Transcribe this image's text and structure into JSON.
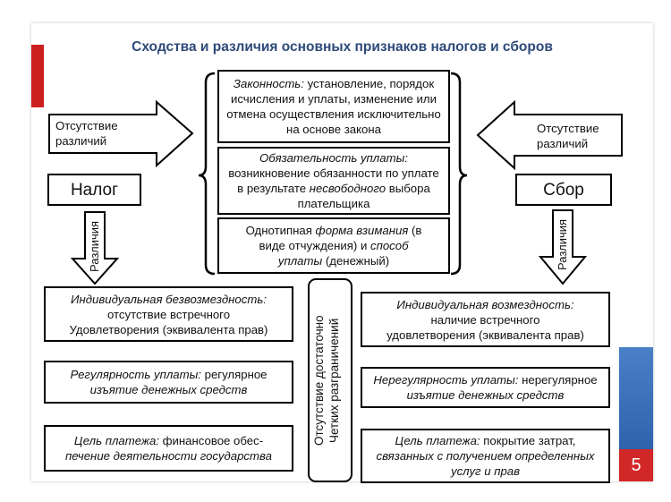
{
  "title": "Сходства и различия основных признаков налогов и сборов",
  "page_number": "5",
  "left_label": "Налог",
  "right_label": "Сбор",
  "left_no_diff": [
    "Отсутствие",
    "различий"
  ],
  "right_no_diff": [
    "Отсутствие",
    "различий"
  ],
  "differences_label": "Различия",
  "center_vertical": [
    "Отсутствие достаточно",
    "Четких разграничений"
  ],
  "similarities": [
    {
      "lines": [
        [
          {
            "t": "Законность:",
            "i": true
          },
          {
            "t": " установление, порядок",
            "i": false
          }
        ],
        [
          {
            "t": "исчисления и уплаты, изменение или",
            "i": false
          }
        ],
        [
          {
            "t": "отмена осуществления исключительно",
            "i": false
          }
        ],
        [
          {
            "t": "на основе закона",
            "i": false
          }
        ]
      ]
    },
    {
      "lines": [
        [
          {
            "t": "Обязательность уплаты:",
            "i": true
          }
        ],
        [
          {
            "t": "возникновение обязанности по уплате",
            "i": false
          }
        ],
        [
          {
            "t": "в результате ",
            "i": false
          },
          {
            "t": "несвободного",
            "i": true
          },
          {
            "t": " выбора",
            "i": false
          }
        ],
        [
          {
            "t": "плательщика",
            "i": false
          }
        ]
      ]
    },
    {
      "lines": [
        [
          {
            "t": "Однотипная ",
            "i": false
          },
          {
            "t": "форма взимания",
            "i": true
          },
          {
            "t": " (в",
            "i": false
          }
        ],
        [
          {
            "t": "виде отчуждения) и ",
            "i": false
          },
          {
            "t": "способ",
            "i": true
          }
        ],
        [
          {
            "t": "уплаты",
            "i": true
          },
          {
            "t": " (денежный)",
            "i": false
          }
        ]
      ]
    }
  ],
  "tax_features": [
    {
      "lines": [
        [
          {
            "t": "Индивидуальная безвозмездность:",
            "i": true
          }
        ],
        [
          {
            "t": "отсутствие встречного",
            "i": false
          }
        ],
        [
          {
            "t": "Удовлетворения (эквивалента прав)",
            "i": false
          }
        ]
      ]
    },
    {
      "lines": [
        [
          {
            "t": "Регулярность уплаты:",
            "i": true
          },
          {
            "t": " регулярное",
            "i": false
          }
        ],
        [
          {
            "t": "изъятие денежных средств",
            "i": true
          }
        ]
      ]
    },
    {
      "lines": [
        [
          {
            "t": "Цель платежа:",
            "i": true
          },
          {
            "t": " финансовое обес-",
            "i": false
          }
        ],
        [
          {
            "t": "печение деятельности государства",
            "i": true
          }
        ]
      ]
    }
  ],
  "fee_features": [
    {
      "lines": [
        [
          {
            "t": "Индивидуальная возмездность:",
            "i": true
          }
        ],
        [
          {
            "t": "наличие встречного",
            "i": false
          }
        ],
        [
          {
            "t": "удовлетворения (эквивалента прав)",
            "i": false
          }
        ]
      ]
    },
    {
      "lines": [
        [
          {
            "t": "Нерегулярность уплаты:",
            "i": true
          },
          {
            "t": " нерегулярное",
            "i": false
          }
        ],
        [
          {
            "t": "изъятие денежных средств",
            "i": true
          }
        ]
      ]
    },
    {
      "lines": [
        [
          {
            "t": "Цель платежа:",
            "i": true
          },
          {
            "t": " покрытие затрат,",
            "i": false
          }
        ],
        [
          {
            "t": "связанных с получением определенных",
            "i": true
          }
        ],
        [
          {
            "t": "услуг и прав",
            "i": true
          }
        ]
      ]
    }
  ],
  "colors": {
    "title": "#2e4a7a",
    "accent_red": "#cc1f1f",
    "accent_blue": "#2f63ad"
  }
}
